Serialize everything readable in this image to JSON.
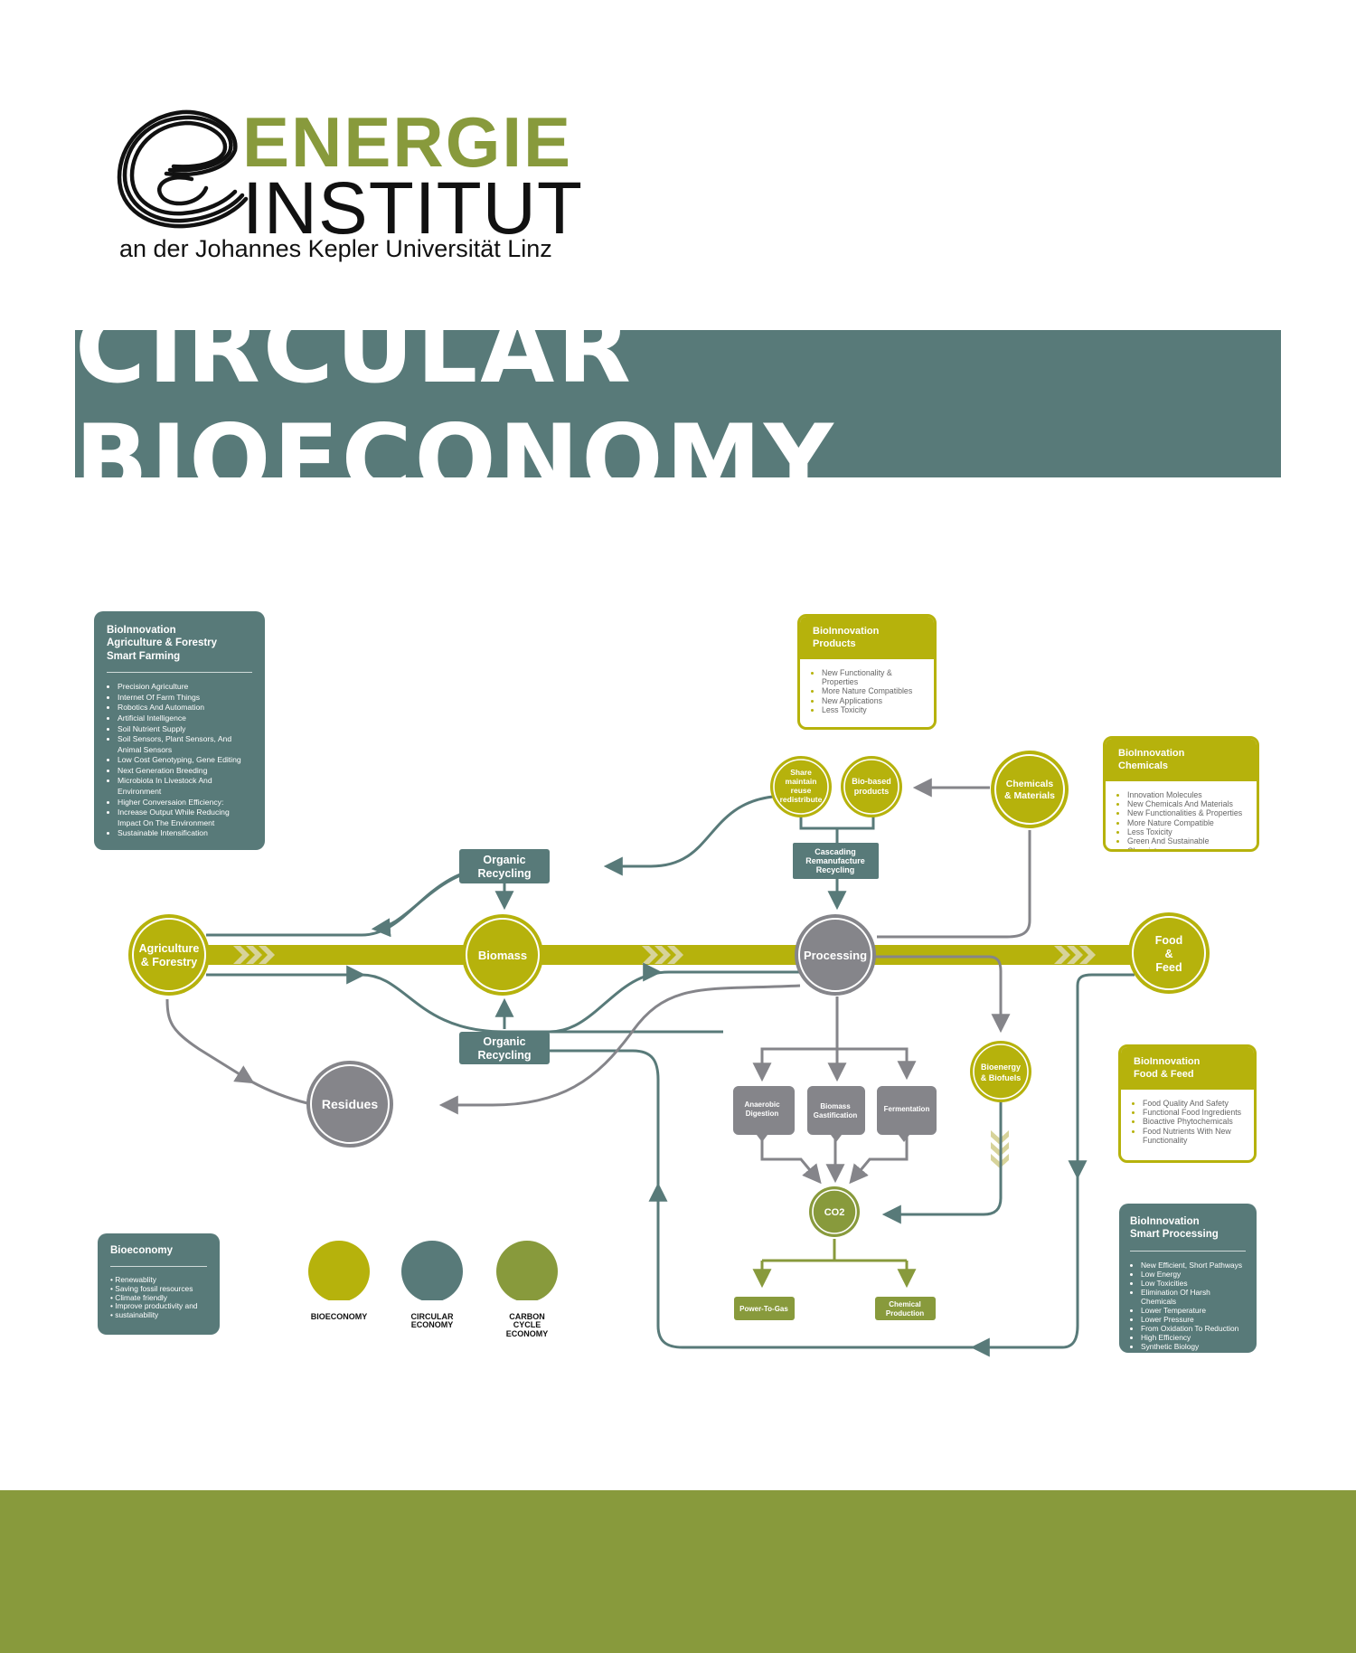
{
  "logo": {
    "word1": "ENERGIE",
    "word2": "INSTITUT",
    "subtitle": "an der Johannes Kepler Universität Linz"
  },
  "title": "CIRCULAR BIOECONOMY",
  "colors": {
    "bioeconomy": "#b6b20c",
    "circular": "#587a79",
    "carbon": "#889a3c",
    "grey": "#85858a"
  },
  "nodes": {
    "agriculture": [
      "Agriculture",
      "& Forestry"
    ],
    "biomass": "Biomass",
    "processing": "Processing",
    "food": [
      "Food",
      "&",
      "Feed"
    ],
    "residues": "Residues",
    "share": [
      "Share",
      "maintain",
      "reuse",
      "redistribute"
    ],
    "biobased": [
      "Bio-based",
      "products"
    ],
    "chemicals": [
      "Chemicals",
      "& Materials"
    ],
    "bioenergy": [
      "Bioenergy",
      "& Biofuels"
    ],
    "co2": "CO2"
  },
  "boxes": {
    "organic_top": [
      "Organic",
      "Recycling"
    ],
    "organic_bottom": [
      "Organic",
      "Recycling"
    ],
    "cascading": [
      "Cascading",
      "Remanufacture",
      "Recycling"
    ],
    "anaerobic": [
      "Anaerobic",
      "Digestion"
    ],
    "gastification": [
      "Biomass",
      "Gastification"
    ],
    "fermentation": "Fermentation",
    "power_to_gas": "Power-To-Gas",
    "chemical_production": [
      "Chemical",
      "Production"
    ]
  },
  "panels": {
    "agri": {
      "title": [
        "BioInnovation",
        "Agriculture & Forestry",
        "Smart Farming"
      ],
      "items": [
        "Precision Agriculture",
        "Internet Of Farm Things",
        "Robotics And Automation",
        "Artificial Intelligence",
        "Soil Nutrient Supply",
        "Soil Sensors, Plant Sensors, And Animal Sensors",
        "Low Cost Genotyping, Gene Editing",
        "Next Generation Breeding",
        "Microbiota In Livestock And Environment",
        "Higher Conversaion Efficiency:",
        "Increase Output While Reducing Impact On The Environment",
        "Sustainable Intensification"
      ]
    },
    "products": {
      "title": [
        "BioInnovation",
        "Products"
      ],
      "items": [
        "New Functionality & Properties",
        "More Nature Compatibles",
        "New Applications",
        "Less Toxicity"
      ]
    },
    "chemicals": {
      "title": [
        "BioInnovation",
        "Chemicals"
      ],
      "items": [
        "Innovation Molecules",
        "New Chemicals And Materials",
        "New Functionalities & Properties",
        "More Nature Compatible",
        "Less Toxicity",
        "Green And Sustainable Chemistryn"
      ]
    },
    "food": {
      "title": [
        "BioInnovation",
        "Food & Feed"
      ],
      "items": [
        "Food Quality And Safety",
        "Functional Food Ingredients",
        "Bioactive Phytochemicals",
        "Food Nutrients With New Functionality"
      ]
    },
    "processing": {
      "title": [
        "BioInnovation",
        "Smart Processing"
      ],
      "items": [
        "New Efficient, Short Pathways",
        "Low Energy",
        "Low Toxicities",
        "Elimination Of Harsh Chemicals",
        "Lower Temperature",
        "Lower Pressure",
        "From Oxidation To Reduction",
        "High Efficiency",
        "Synthetic Biology"
      ]
    },
    "bioeconomy": {
      "title": [
        "Bioeconomy"
      ],
      "items": [
        "Renewablity",
        "Saving fossil resources",
        "Climate friendly",
        "Improve productivity and",
        "sustainability"
      ]
    }
  },
  "legend": [
    {
      "label": [
        "BIOECONOMY"
      ],
      "color": "#b6b20c"
    },
    {
      "label": [
        "CIRCULAR",
        "ECONOMY"
      ],
      "color": "#587a79"
    },
    {
      "label": [
        "CARBON",
        "CYCLE",
        "ECONOMY"
      ],
      "color": "#889a3c"
    }
  ]
}
